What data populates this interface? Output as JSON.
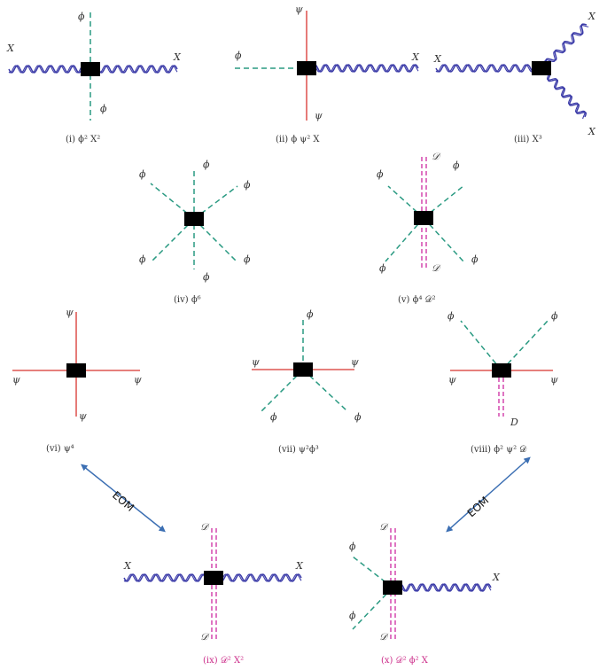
{
  "colors": {
    "gauge": "#3b3ba8",
    "scalar": "#2a9a82",
    "fermion": "#d8342f",
    "derivative": "#d13aa8",
    "vertex": "#000000",
    "arrow": "#3c6fb3",
    "caption_pink": "#cc2e8a"
  },
  "labels": {
    "X": "X",
    "phi": "ϕ",
    "psi": "ψ",
    "D": "𝒟",
    "D_plain": "D",
    "eom": "EOM"
  },
  "captions": {
    "i": "(i) ϕ² X²",
    "ii": "(ii) ϕ ψ² X",
    "iii": "(iii) X³",
    "iv": "(iv) ϕ⁶",
    "v": "(v) ϕ⁴ 𝒟²",
    "vi": "(vi) ψ⁴",
    "vii": "(vii) ψ²ϕ³",
    "viii": "(viii) ϕ² ψ² 𝒟",
    "ix": "(ix) 𝒟² X²",
    "x": "(x) 𝒟² ϕ² X"
  }
}
